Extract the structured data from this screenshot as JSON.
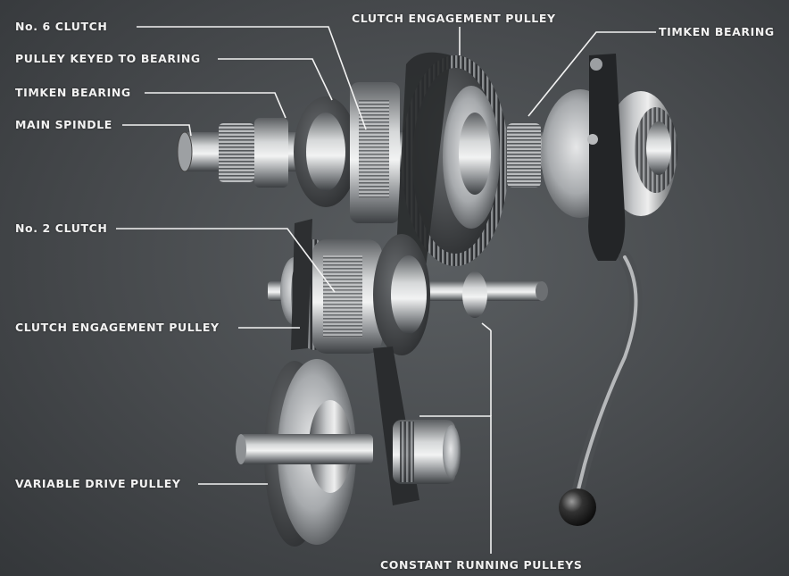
{
  "labels": {
    "no6_clutch": "No. 6 CLUTCH",
    "pulley_keyed_to_bearing": "PULLEY KEYED TO BEARING",
    "timken_bearing_left": "TIMKEN BEARING",
    "main_spindle": "MAIN SPINDLE",
    "no2_clutch": "No. 2 CLUTCH",
    "clutch_engagement_pulley_left": "CLUTCH ENGAGEMENT PULLEY",
    "variable_drive_pulley": "VARIABLE DRIVE PULLEY",
    "clutch_engagement_pulley_top": "CLUTCH ENGAGEMENT PULLEY",
    "timken_bearing_right": "TIMKEN BEARING",
    "constant_running_pulleys": "CONSTANT RUNNING PULLEYS"
  },
  "colors": {
    "background": "#4a4e51",
    "label_text": "#f2f2f2",
    "leader_line": "#f2f2f2"
  }
}
